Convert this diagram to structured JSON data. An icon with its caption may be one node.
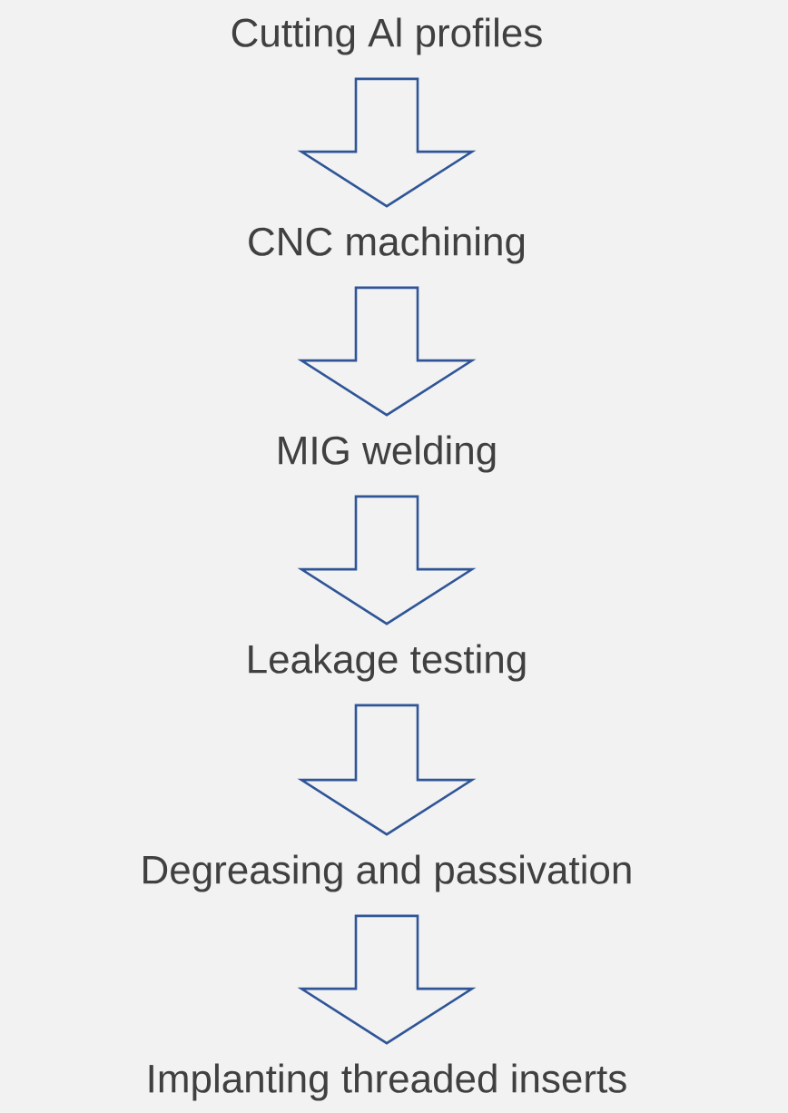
{
  "diagram": {
    "nodes": [
      {
        "text": [
          "Cutting Al profiles"
        ]
      },
      {
        "text": [
          "CNC machining"
        ]
      },
      {
        "text": [
          "MIG welding"
        ]
      },
      {
        "text": [
          "Leakage testing"
        ]
      },
      {
        "text": [
          "Degreasing and passivation"
        ]
      },
      {
        "text": [
          "Implanting threaded inserts"
        ]
      }
    ],
    "edges": [
      {
        "from": 0,
        "to": 1,
        "arrow": "to"
      },
      {
        "from": 1,
        "to": 2,
        "arrow": "to"
      },
      {
        "from": 2,
        "to": 3,
        "arrow": "to"
      },
      {
        "from": 3,
        "to": 4,
        "arrow": "to"
      },
      {
        "from": 4,
        "to": 5,
        "arrow": "to"
      }
    ]
  }
}
